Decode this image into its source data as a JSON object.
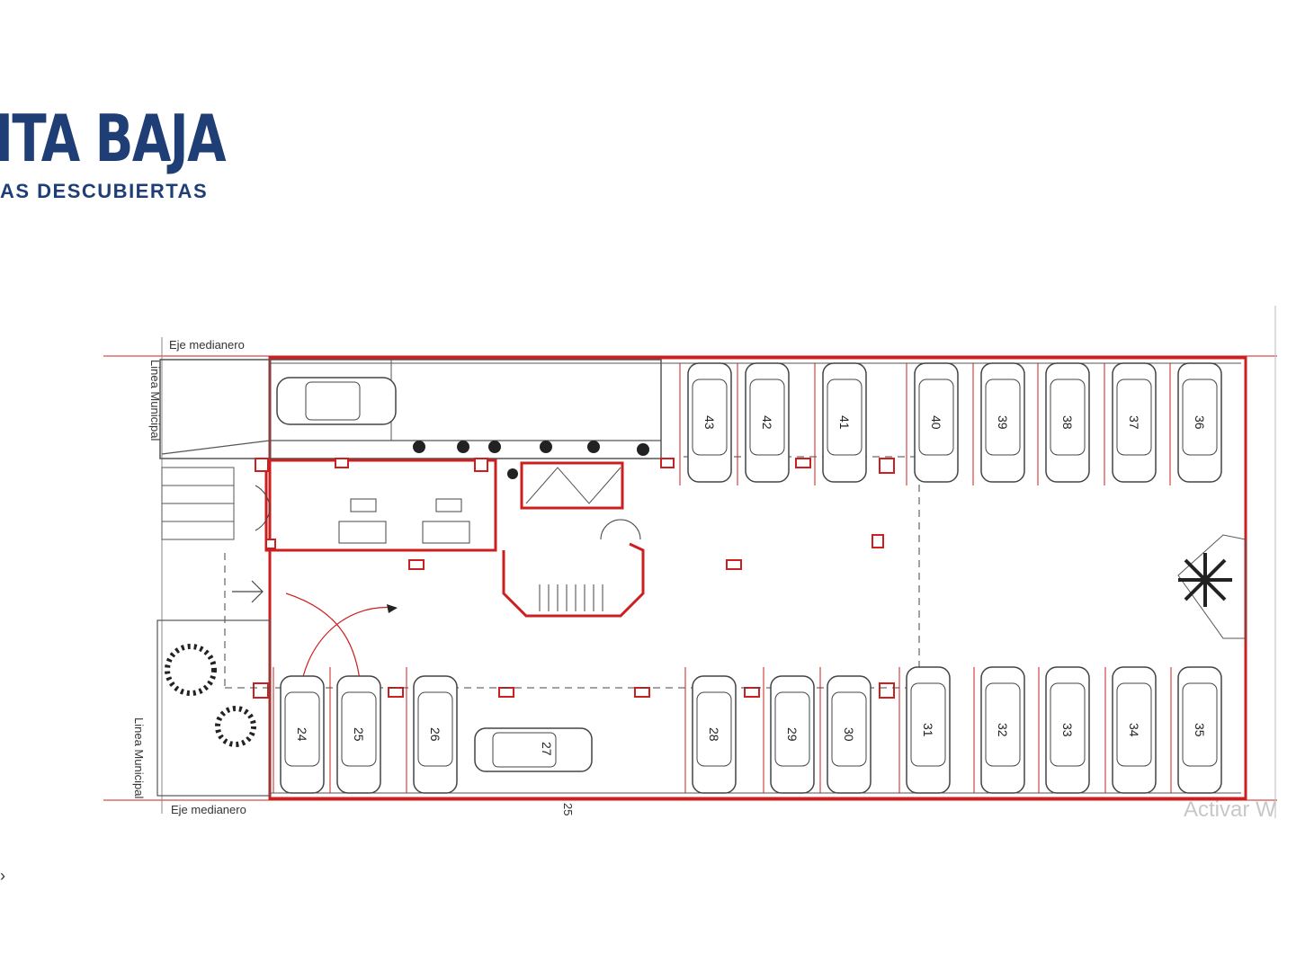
{
  "header": {
    "title": "ITA BAJA",
    "subtitle": "AS DESCUBIERTAS"
  },
  "plan": {
    "label_eje_top": "Eje medianero",
    "label_eje_bottom": "Eje medianero",
    "label_linea_top": "Linea Municipal",
    "label_linea_bottom": "Linea Municipal",
    "dimension": "25",
    "watermark": "Activar W",
    "top_spaces": [
      "43",
      "42",
      "41",
      "40",
      "39",
      "38",
      "37",
      "36"
    ],
    "bottom_spaces": [
      "24",
      "25",
      "26",
      "27",
      "28",
      "29",
      "30",
      "31",
      "32",
      "33",
      "34",
      "35"
    ]
  },
  "colors": {
    "title": "#1f3e75",
    "wall_red": "#cc1f1f",
    "line_gray": "#555555"
  }
}
